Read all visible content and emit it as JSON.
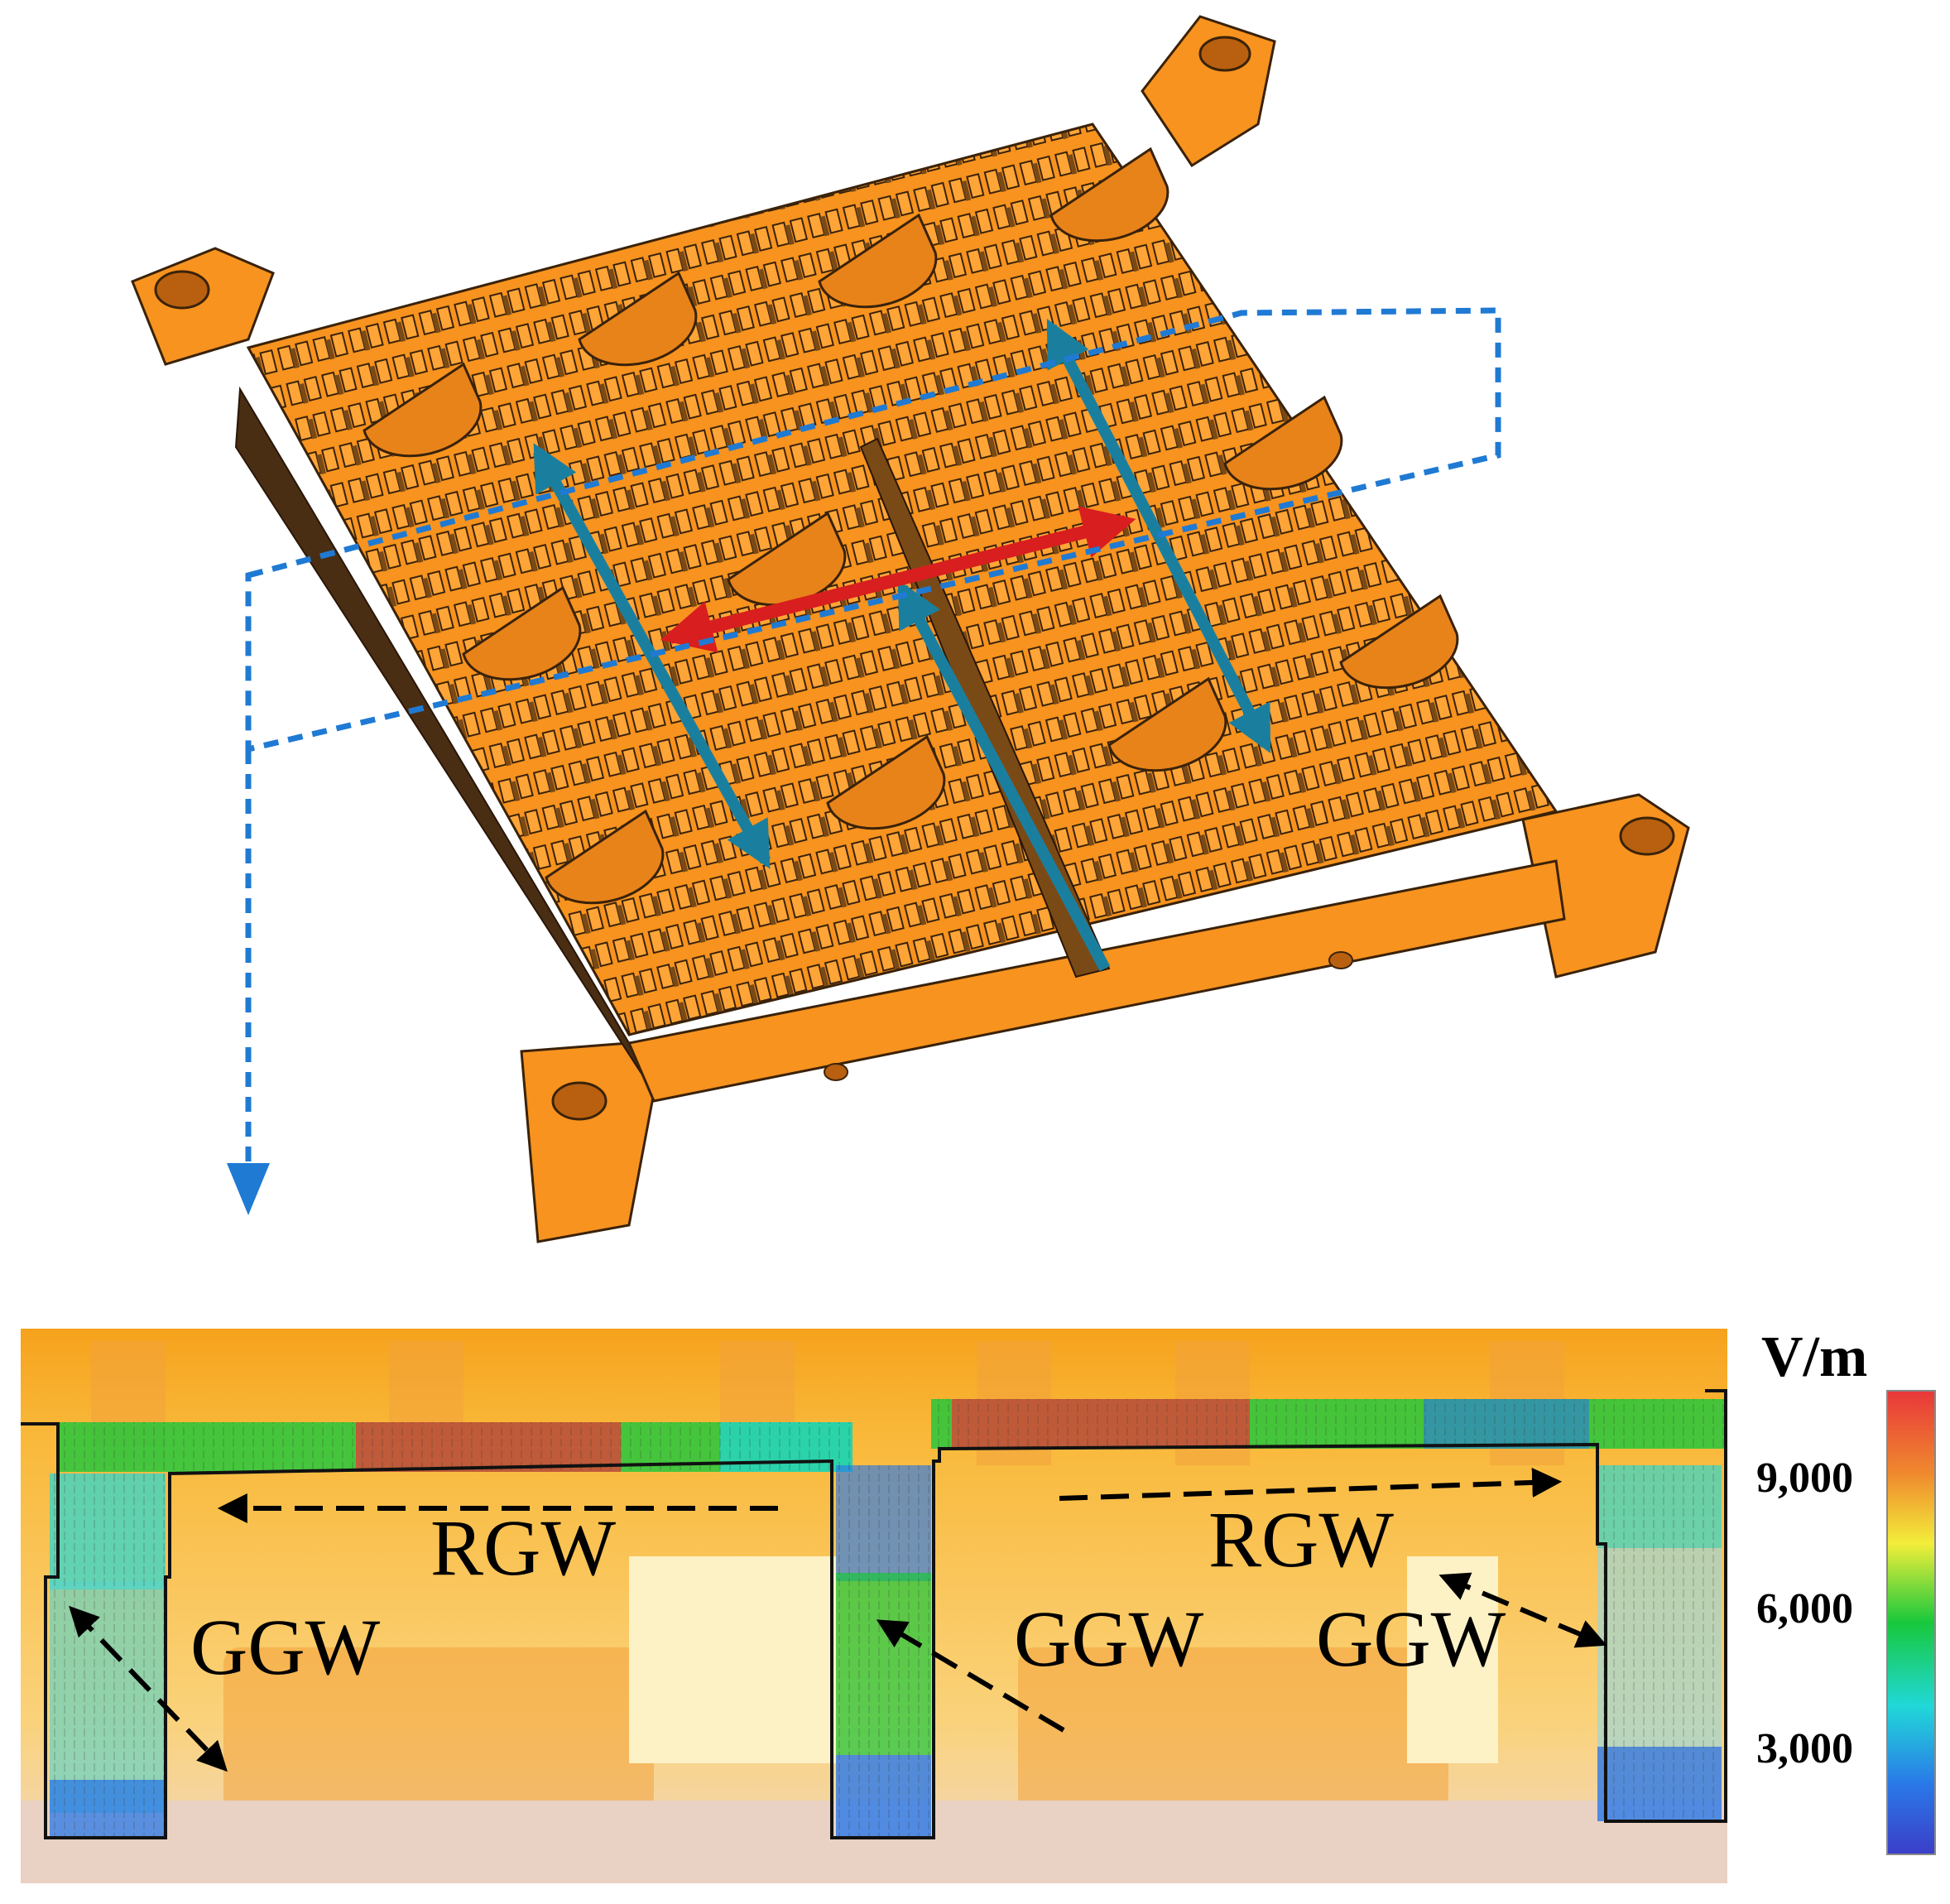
{
  "labels": {
    "rgw_left": "RGW",
    "rgw_right": "RGW",
    "ggw_left": "GGW",
    "ggw_middle": "GGW",
    "ggw_right": "GGW"
  },
  "colorbar": {
    "unit": "V/m",
    "ticks": [
      "9,000",
      "6,000",
      "3,000"
    ],
    "colors": [
      "#e8373a",
      "#f08a2e",
      "#f2ee3a",
      "#18c83c",
      "#21d8d8",
      "#2a78e8",
      "#3b3ec8"
    ]
  },
  "colors": {
    "metal_orange": "#f7931e",
    "metal_dark": "#4a2e14",
    "blue_arrow": "#1a7f9f",
    "red_arrow": "#d81e1e",
    "dashed_blue": "#1f7ad4"
  }
}
